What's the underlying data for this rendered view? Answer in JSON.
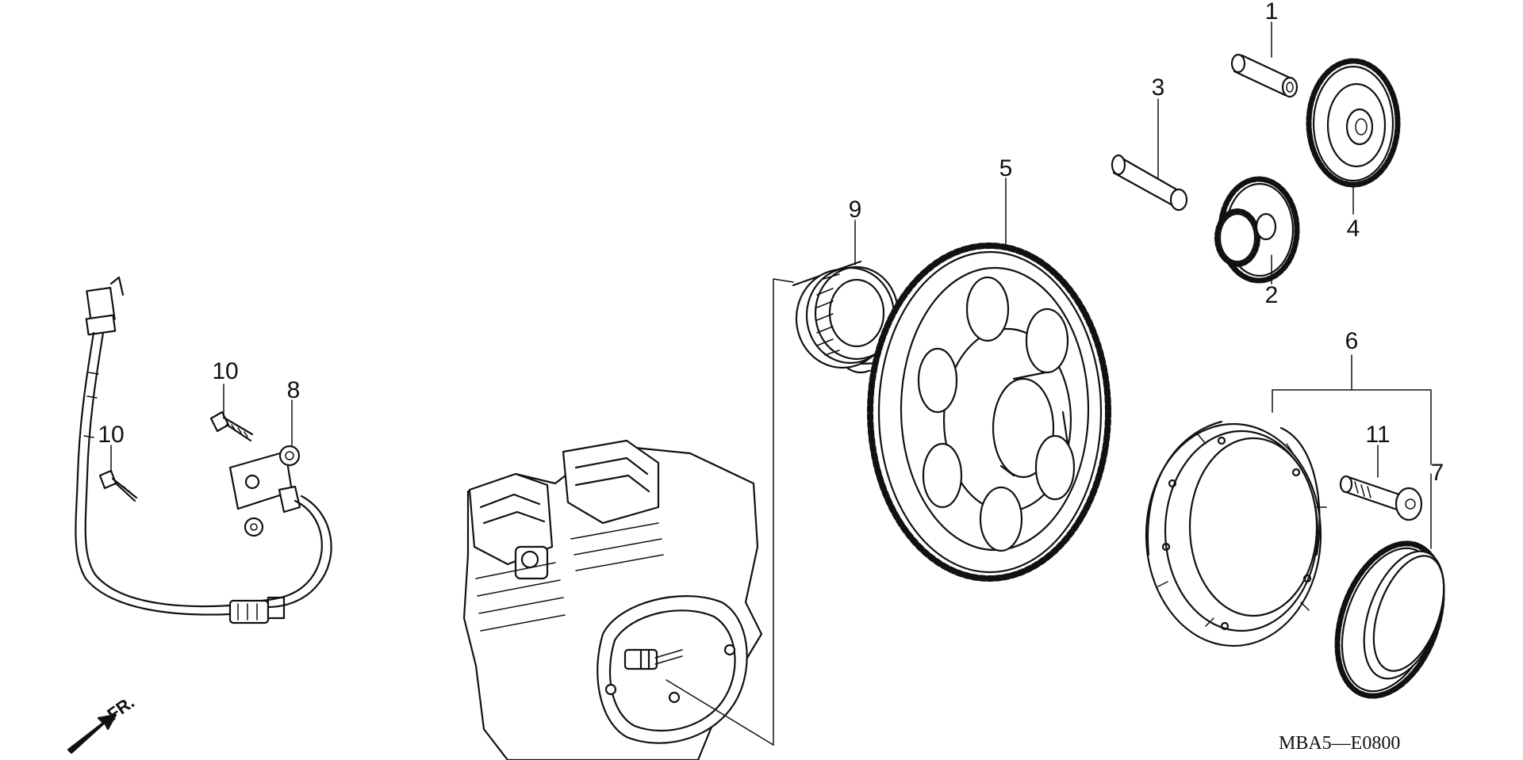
{
  "callouts": {
    "c1": "1",
    "c2": "2",
    "c3": "3",
    "c4": "4",
    "c5": "5",
    "c6": "6",
    "c7": "7",
    "c8": "8",
    "c9": "9",
    "c10a": "10",
    "c10b": "10",
    "c11": "11"
  },
  "direction": {
    "label": "FR."
  },
  "diagram_code": "MBA5—E0800"
}
